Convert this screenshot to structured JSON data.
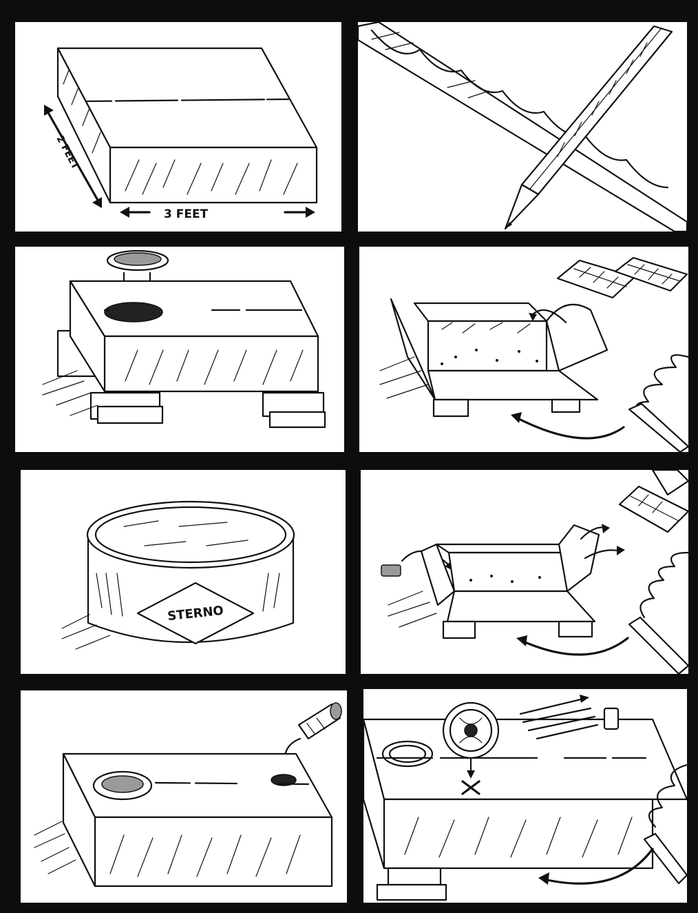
{
  "panels": {
    "p1": {
      "width_label": "3 FEET",
      "depth_label": "2 FEET"
    },
    "p5": {
      "can_label": "STERNO"
    }
  }
}
